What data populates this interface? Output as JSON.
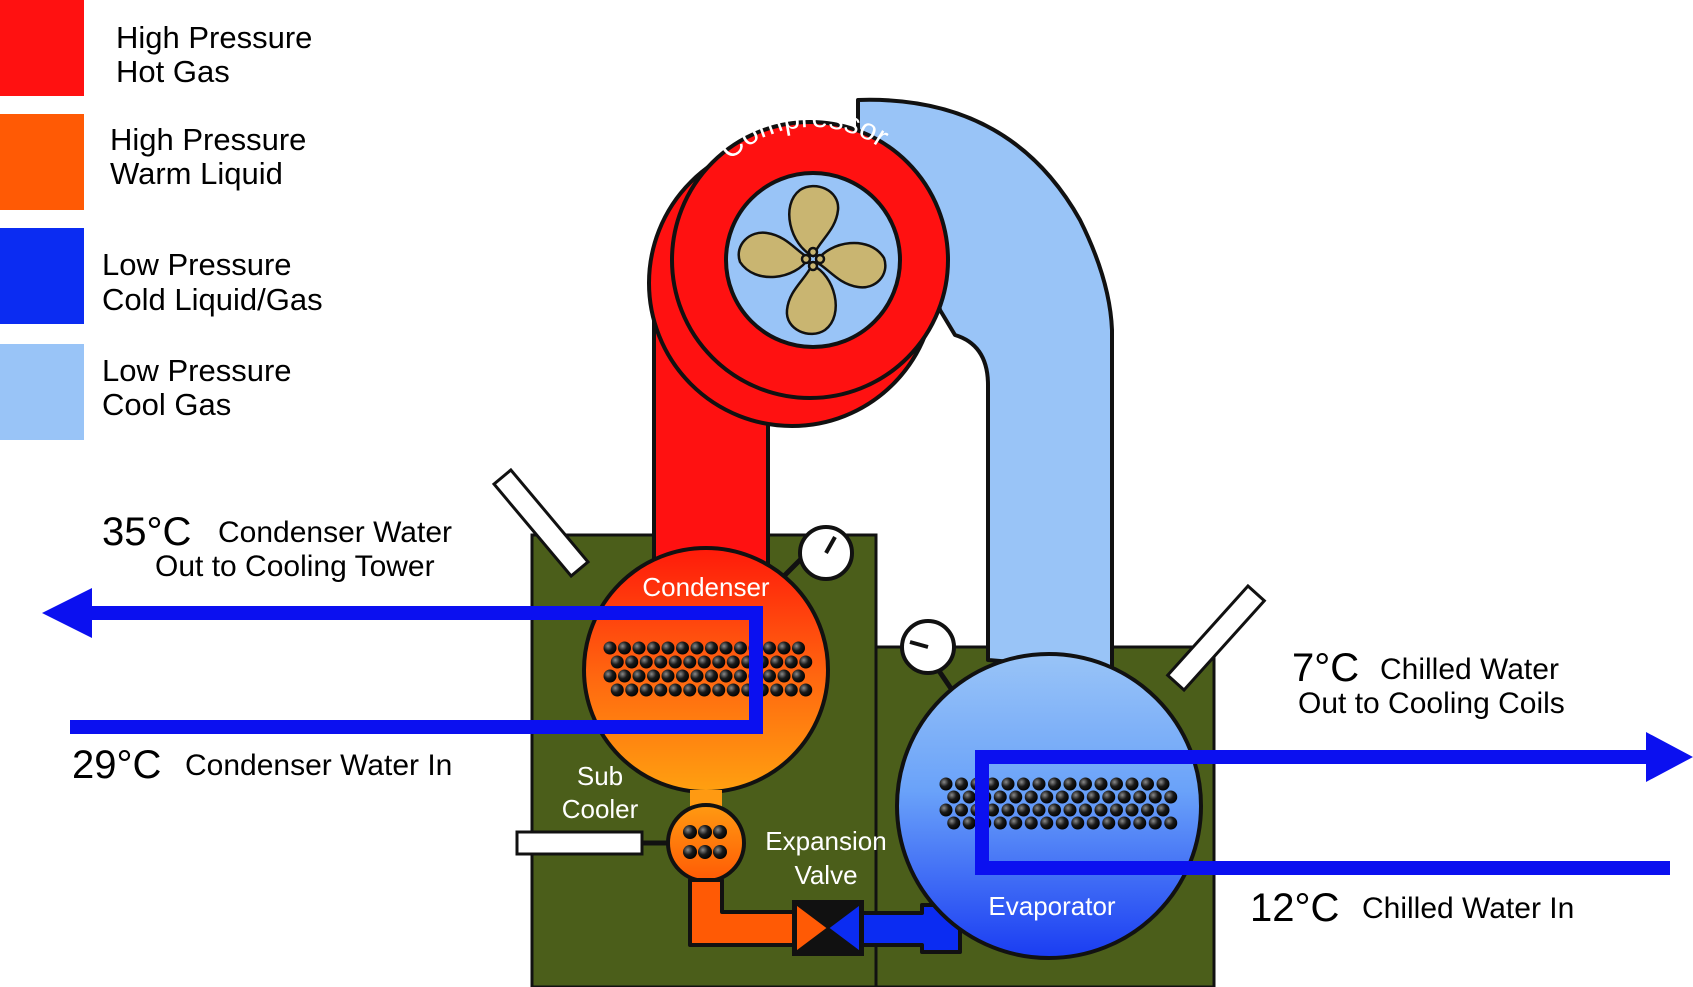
{
  "legend": [
    {
      "line1": "High Pressure",
      "line2": "Hot Gas",
      "color": "#ff1111"
    },
    {
      "line1": "High Pressure",
      "line2": "Warm Liquid",
      "color": "#ff5a05"
    },
    {
      "line1": "Low Pressure",
      "line2": "Cold Liquid/Gas",
      "color": "#0b2cf2"
    },
    {
      "line1": "Low Pressure",
      "line2": "Cool Gas",
      "color": "#99c4f7"
    }
  ],
  "components": {
    "compressor": "Compressor",
    "condenser": "Condenser",
    "sub_cooler_1": "Sub",
    "sub_cooler_2": "Cooler",
    "expansion_valve_1": "Expansion",
    "expansion_valve_2": "Valve",
    "evaporator": "Evaporator"
  },
  "condenser_out": {
    "temp": "35°C",
    "line1": "Condenser Water",
    "line2": "Out to Cooling Tower"
  },
  "condenser_in": {
    "temp": "29°C",
    "line1": "Condenser Water In"
  },
  "chilled_out": {
    "temp": "7°C",
    "line1": "Chilled Water",
    "line2": "Out to Cooling Coils"
  },
  "chilled_in": {
    "temp": "12°C",
    "line1": "Chilled Water In"
  },
  "colors": {
    "hot_gas": "#ff1111",
    "warm_liquid": "#ff5a05",
    "cold_liquid": "#0b2cf2",
    "cool_gas": "#99c4f7",
    "housing": "#4b5e1a",
    "impeller": "#c9b571"
  }
}
